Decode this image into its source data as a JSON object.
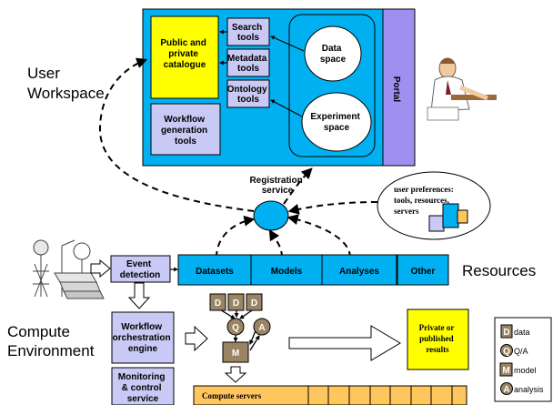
{
  "regions": {
    "user_workspace": [
      "User",
      "Workspace"
    ],
    "compute_environment": [
      "Compute",
      "Environment"
    ],
    "resources": "Resources"
  },
  "portal": {
    "label": "Portal",
    "catalogue": [
      "Public and",
      "private",
      "catalogue"
    ],
    "search_tools": [
      "Search",
      "tools"
    ],
    "metadata_tools": [
      "Metadata",
      "tools"
    ],
    "ontology_tools": [
      "Ontology",
      "tools"
    ],
    "workflow_generation_tools": [
      "Workflow",
      "generation",
      "tools"
    ],
    "data_space": [
      "Data",
      "space"
    ],
    "experiment_space": [
      "Experiment",
      "space"
    ]
  },
  "registration_service": [
    "Registration",
    "service"
  ],
  "user_preferences": [
    "user preferences:",
    "tools, resources,",
    "servers"
  ],
  "resource_bar": [
    "Datasets",
    "Models",
    "Analyses",
    "Other"
  ],
  "event_detection": [
    "Event",
    "detection"
  ],
  "workflow_engine": [
    "Workflow",
    "orchestration",
    "engine"
  ],
  "monitoring": [
    "Monitoring",
    "& control",
    "service"
  ],
  "workflow_nodes": {
    "data": "D",
    "qa": "Q",
    "analysis": "A",
    "model": "M"
  },
  "results": [
    "Private or",
    "published",
    "results"
  ],
  "compute_servers": "Compute servers",
  "legend": [
    {
      "letter": "D",
      "text": "data"
    },
    {
      "letter": "Q",
      "text": "Q/A"
    },
    {
      "letter": "M",
      "text": "model"
    },
    {
      "letter": "A",
      "text": "analysis"
    }
  ],
  "colors": {
    "cyan": "#00b0f0",
    "lavender": "#c9c9f5",
    "portal_strip": "#9f8ff0",
    "yellow": "#ffff00",
    "node_brown": "#9b8463",
    "orange": "#ffc65e"
  }
}
